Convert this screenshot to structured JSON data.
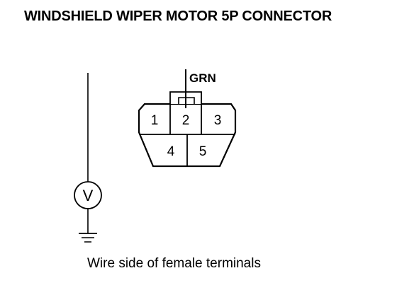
{
  "title": "WINDSHIELD WIPER MOTOR 5P CONNECTOR",
  "wire_color": "GRN",
  "connector": {
    "terminals": [
      "1",
      "2",
      "3",
      "4",
      "5"
    ],
    "tested_terminal": "2"
  },
  "meter": {
    "symbol": "V",
    "icon": "voltmeter-icon"
  },
  "ground": {
    "icon": "ground-icon"
  },
  "caption": "Wire side of female terminals",
  "colors": {
    "line": "#000000",
    "background": "#ffffff"
  }
}
